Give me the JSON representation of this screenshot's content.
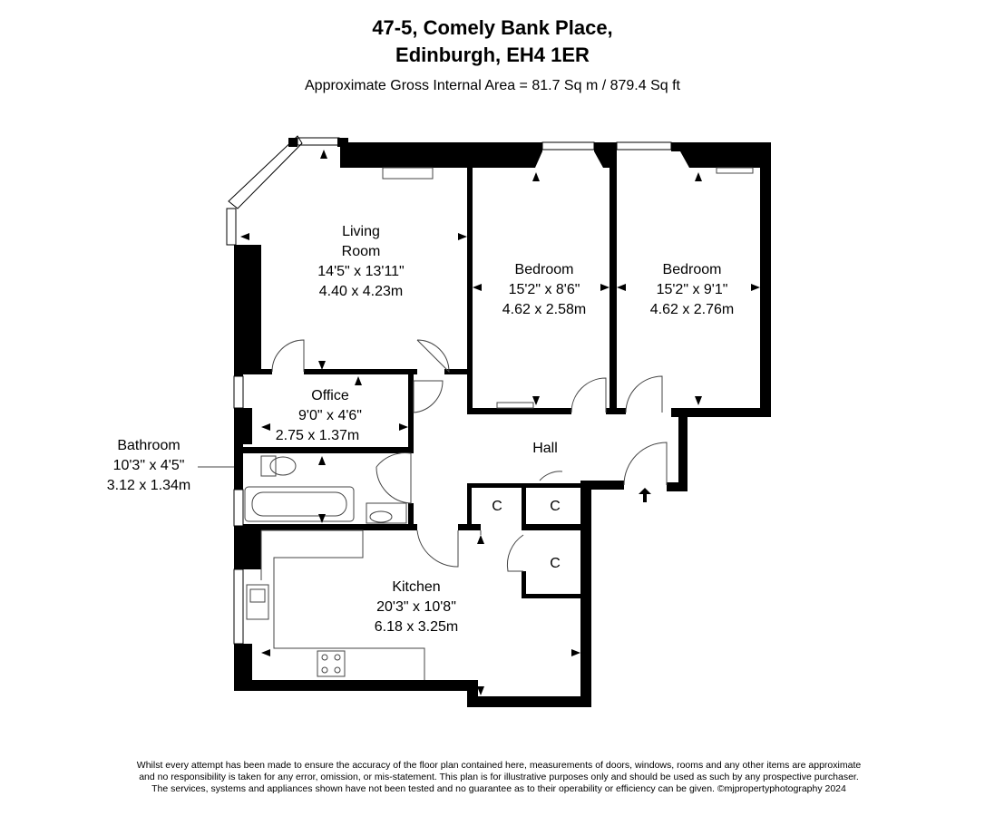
{
  "header": {
    "line1": "47-5, Comely Bank Place,",
    "line2": "Edinburgh, EH4 1ER",
    "area": "Approximate Gross Internal Area = 81.7 Sq m / 879.4 Sq ft"
  },
  "rooms": {
    "living": {
      "name1": "Living",
      "name2": "Room",
      "imperial": "14'5\" x 13'11\"",
      "metric": "4.40 x 4.23m"
    },
    "bedroom1": {
      "name": "Bedroom",
      "imperial": "15'2\" x 8'6\"",
      "metric": "4.62 x 2.58m"
    },
    "bedroom2": {
      "name": "Bedroom",
      "imperial": "15'2\" x 9'1\"",
      "metric": "4.62 x 2.76m"
    },
    "office": {
      "name": "Office",
      "imperial": "9'0\" x 4'6\"",
      "metric": "2.75 x 1.37m"
    },
    "bathroom": {
      "name": "Bathroom",
      "imperial": "10'3\" x 4'5\"",
      "metric": "3.12 x 1.34m"
    },
    "hall": {
      "name": "Hall"
    },
    "kitchen": {
      "name": "Kitchen",
      "imperial": "20'3\" x 10'8\"",
      "metric": "6.18 x 3.25m"
    },
    "cupboards": [
      "C",
      "C",
      "C"
    ]
  },
  "disclaimer": [
    "Whilst every attempt has been made to ensure the accuracy of the floor plan contained here, measurements of doors, windows, rooms and any other items are approximate",
    "and no responsibility is taken for any error, omission, or mis-statement. This plan is for illustrative purposes only and should be used as such by any prospective purchaser.",
    "The services, systems and appliances shown have not been tested and no guarantee as to their operability or efficiency can be given. ©mjpropertyphotography 2024"
  ]
}
